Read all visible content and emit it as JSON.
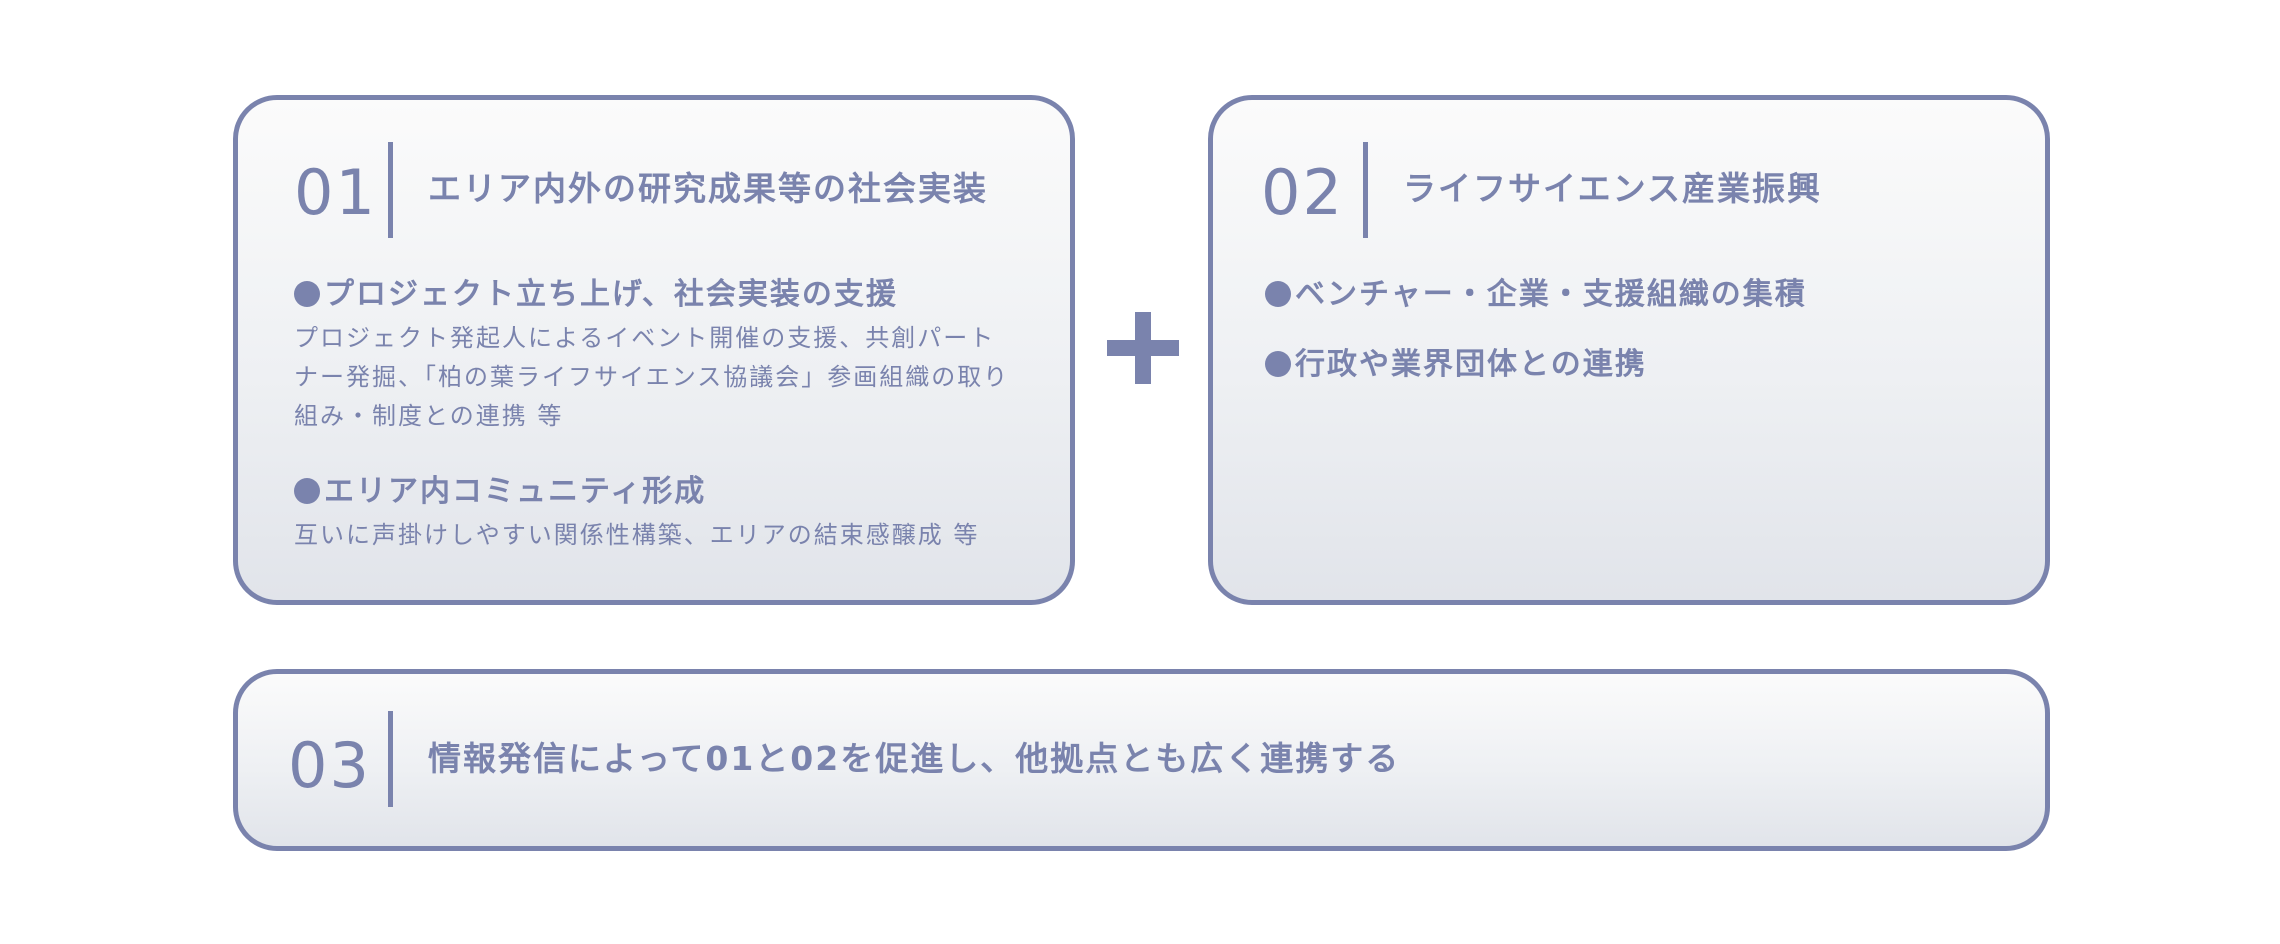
{
  "cards": [
    {
      "number": "01",
      "heading": "エリア内外の研究成果等の社会実装",
      "items": [
        {
          "bullet": "●",
          "title": "プロジェクト立ち上げ、社会実装の支援",
          "lines": [
            "プロジェクト発起人によるイベント開催の支援、共創パート",
            "ナー発掘、「柏の葉ライフサイエンス協議会」参画組織の取り",
            "組み・制度との連携 等"
          ]
        },
        {
          "bullet": "●",
          "title": "エリア内コミュニティ形成",
          "lines": [
            "互いに声掛けしやすい関係性構築、エリアの結束感醸成 等"
          ]
        }
      ]
    },
    {
      "number": "02",
      "heading": "ライフサイエンス産業振興",
      "items": [
        {
          "bullet": "●",
          "title": "ベンチャー・企業・支援組織の集積"
        },
        {
          "bullet": "●",
          "title": "行政や業界団体との連携"
        }
      ]
    },
    {
      "number": "03",
      "heading": "情報発信によって01と02を促進し、他拠点とも広く連携する"
    }
  ],
  "colors": {
    "accent": "#7a83ad",
    "card_top": "#fbfbfb",
    "card_bottom": "#e1e4ea"
  }
}
